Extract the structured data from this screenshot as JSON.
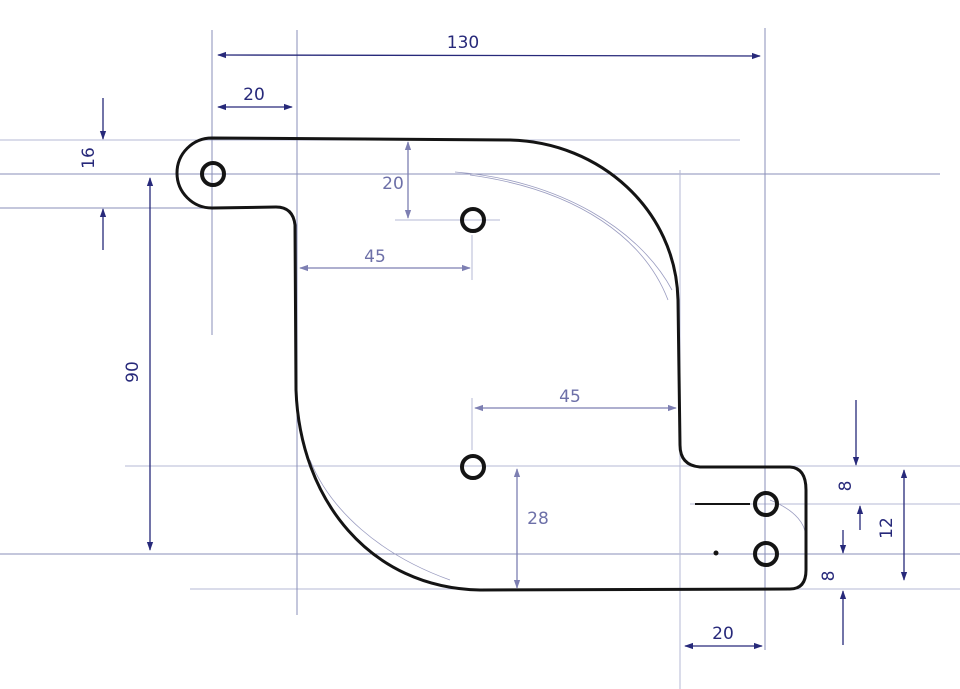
{
  "colors": {
    "ink_dark": "#27297a",
    "ink_light": "#7d7fb2",
    "outline": "#141414",
    "construction": "#8a8fb8"
  },
  "dimensions": {
    "overall_width": "130",
    "left_tab_offset": "20",
    "left_tab_height": "16",
    "vertical_span": "90",
    "top_hole_drop": "20",
    "top_hole_offset": "45",
    "bottom_hole_offset": "45",
    "bottom_hole_height": "28",
    "right_hole_upper": "8",
    "right_hole_spacing": "12",
    "right_hole_lower": "8",
    "right_tab_offset": "20"
  }
}
